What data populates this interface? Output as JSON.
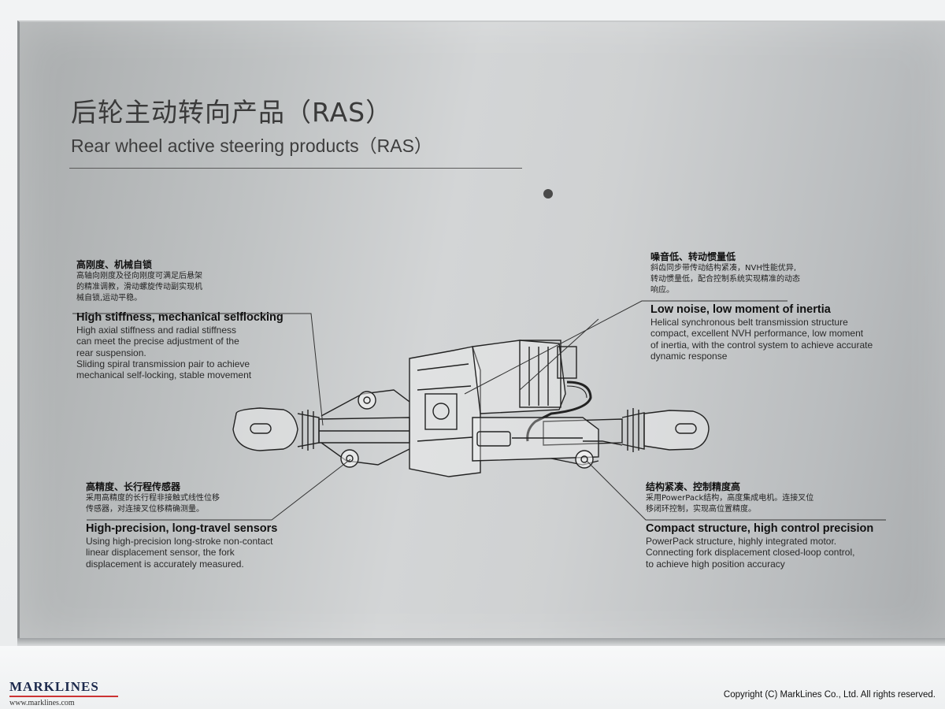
{
  "panel": {
    "title_cn": "后轮主动转向产品（RAS）",
    "title_en": "Rear wheel active steering products（RAS）"
  },
  "features": [
    {
      "cn_title": "高刚度、机械自锁",
      "cn_body": [
        "高轴向刚度及径向刚度可满足后悬架",
        "的精准调教，滑动螺旋传动副实现机",
        "械自锁,运动平稳。"
      ],
      "en_title": "High stiffness, mechanical selflocking",
      "en_body": [
        "High axial stiffness and radial stiffness",
        "can meet the precise adjustment of the",
        "rear suspension.",
        "Sliding spiral transmission pair to achieve",
        " mechanical self-locking, stable movement"
      ]
    },
    {
      "cn_title": "噪音低、转动惯量低",
      "cn_body": [
        "斜齿同步带传动结构紧凑，NVH性能优异,",
        "转动惯量低，配合控制系统实现精准的动态",
        "响应。"
      ],
      "en_title": "Low noise, low moment of inertia",
      "en_body": [
        "Helical synchronous belt transmission structure",
        "compact, excellent NVH performance, low moment",
        "of inertia, with the control system to achieve accurate",
        "dynamic response"
      ]
    },
    {
      "cn_title": "高精度、长行程传感器",
      "cn_body": [
        "采用高精度的长行程非接触式线性位移",
        "传感器，对连接叉位移精确测量。"
      ],
      "en_title": "High-precision, long-travel sensors",
      "en_body": [
        "Using high-precision long-stroke non-contact",
        "linear displacement sensor, the fork",
        "displacement is accurately measured."
      ]
    },
    {
      "cn_title": "结构紧凑、控制精度高",
      "cn_body": [
        "采用PowerPack结构，高度集成电机。连接叉位",
        "移闭环控制，实现高位置精度。"
      ],
      "en_title": "Compact structure, high control precision",
      "en_body": [
        "PowerPack  structure, highly integrated motor.",
        "Connecting fork displacement closed-loop control,",
        "to achieve high position accuracy"
      ]
    }
  ],
  "footer": {
    "logo": "MARKLINES",
    "logo_url": "www.marklines.com",
    "copyright": "Copyright (C) MarkLines Co., Ltd. All rights reserved."
  }
}
